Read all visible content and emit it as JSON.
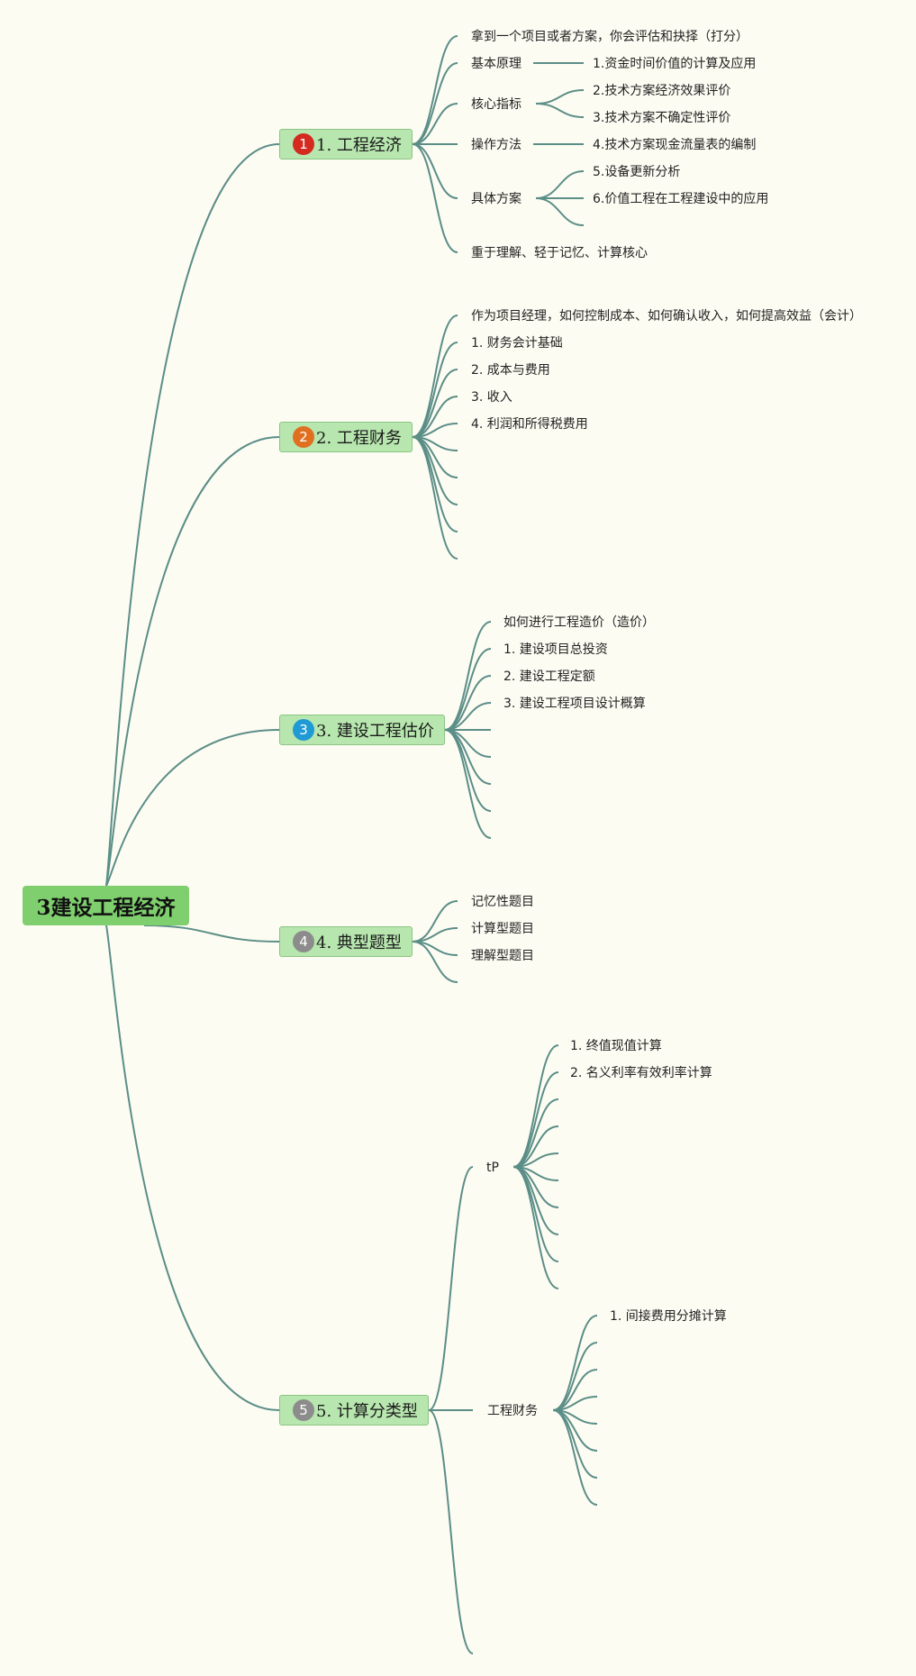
{
  "root": {
    "label": "3建设工程经济"
  },
  "branches": [
    {
      "badge": "1",
      "badge_color": "#d42a1f",
      "label": "1. 工程经济",
      "topics": {
        "intro": "拿到一个项目或者方案，你会评估和抉择（打分）",
        "basic": "基本原理",
        "core": "核心指标",
        "method": "操作方法",
        "plan": "具体方案",
        "focus": "重于理解、轻于记忆、计算核心"
      },
      "items": [
        "1.资金时间价值的计算及应用",
        "2.技术方案经济效果评价",
        "3.技术方案不确定性评价",
        "4.技术方案现金流量表的编制",
        "5.设备更新分析",
        "6.价值工程在工程建设中的应用"
      ]
    },
    {
      "badge": "2",
      "badge_color": "#e0701f",
      "label": "2. 工程财务",
      "items": [
        "作为项目经理，如何控制成本、如何确认收入，如何提高效益（会计）",
        "1. 财务会计基础",
        "2. 成本与费用",
        "3. 收入",
        "4. 利润和所得税费用"
      ]
    },
    {
      "badge": "3",
      "badge_color": "#1f9ad4",
      "label": "3. 建设工程估价",
      "items": [
        "如何进行工程造价（造价）",
        "1. 建设项目总投资",
        "2. 建设工程定额",
        "3. 建设工程项目设计概算"
      ]
    },
    {
      "badge": "4",
      "badge_color": "#8c8c8c",
      "label": "4. 典型题型",
      "items": [
        "记忆性题目",
        "计算型题目",
        "理解型题目"
      ]
    },
    {
      "badge": "5",
      "badge_color": "#8c8c8c",
      "label": "5. 计算分类型",
      "sub": [
        {
          "label": "tP",
          "items": [
            "1. 终值现值计算",
            "2. 名义利率有效利率计算"
          ]
        },
        {
          "label": "工程财务",
          "items": [
            "1. 间接费用分摊计算"
          ]
        }
      ]
    }
  ]
}
